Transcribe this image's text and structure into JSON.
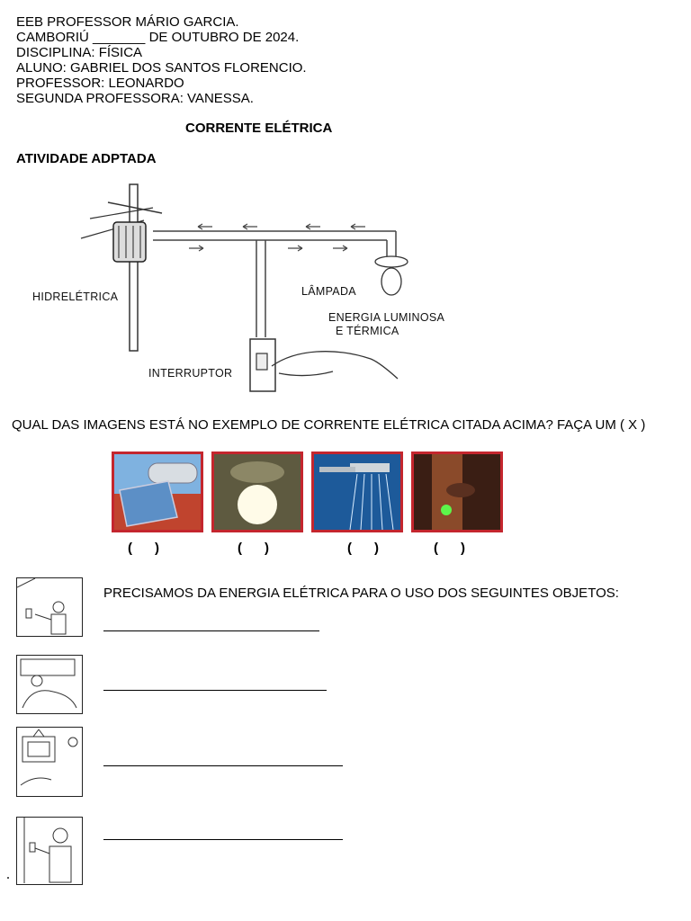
{
  "header": {
    "school": "EEB PROFESSOR MÁRIO GARCIA.",
    "date_line": "CAMBORIÚ _______ DE OUTUBRO DE 2024.",
    "subject": "DISCIPLINA: FÍSICA",
    "student": "ALUNO: GABRIEL DOS SANTOS FLORENCIO.",
    "teacher": "PROFESSOR: LEONARDO",
    "second_teacher": "SEGUNDA PROFESSORA: VANESSA."
  },
  "title": "CORRENTE ELÉTRICA",
  "subtitle": "ATIVIDADE ADPTADA",
  "diagram": {
    "labels": {
      "hydro": "HIDRELÉTRICA",
      "lamp": "LÂMPADA",
      "energy_1": "ENERGIA LUMINOSA",
      "energy_2": "E TÉRMICA",
      "switch": "INTERRUPTOR"
    }
  },
  "question": "QUAL DAS IMAGENS ESTÁ NO EXEMPLO DE CORRENTE ELÉTRICA CITADA ACIMA? FAÇA UM ( X )",
  "options": [
    {
      "icon": "solar-heater-photo",
      "mark": "(      )"
    },
    {
      "icon": "ceiling-lamp-photo",
      "mark": "(      )"
    },
    {
      "icon": "shower-photo",
      "mark": "(      )"
    },
    {
      "icon": "firefly-photo",
      "mark": "(      )"
    }
  ],
  "prompt": "PRECISAMOS DA ENERGIA ELÉTRICA PARA O USO DOS SEGUINTES OBJETOS:",
  "colors": {
    "thumb_border": "#c4262e"
  }
}
